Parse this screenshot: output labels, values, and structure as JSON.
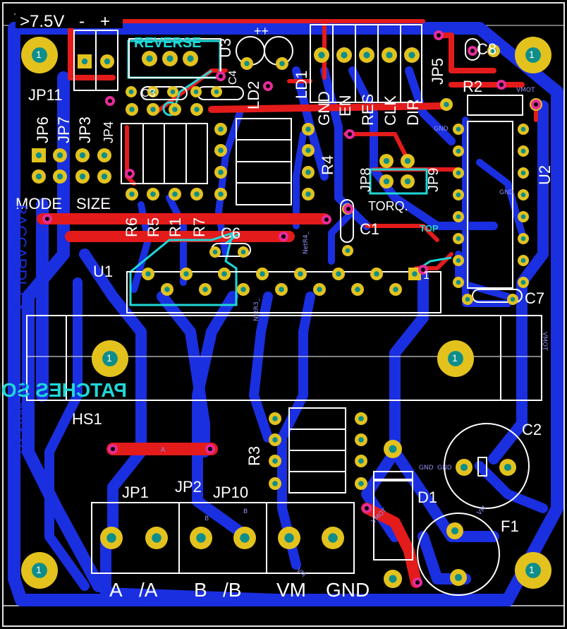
{
  "board": {
    "colors": {
      "background": "#000000",
      "bottom_copper": "#1a2fe0",
      "top_copper": "#e41b1b",
      "pad": "#e3c21e",
      "drill": "#0e8e8a",
      "silkscreen": "#ffffff",
      "cyan_patch": "#1fd7d7",
      "via": "#e62b9a"
    }
  },
  "labels": {
    "power": ">7.5V",
    "minus": "-",
    "plus": "+",
    "reverse": "REVERSE",
    "u3": "U3",
    "c4": "C4",
    "ld2": "LD2",
    "ld1": "LD1",
    "plus_plus": "++",
    "gnd": "GND",
    "en": "EN",
    "res": "RES",
    "clk": "CLK",
    "dir": "DIR",
    "jp5": "JP5",
    "c8": "C8",
    "r2": "R2",
    "jp11": "JP11",
    "c3": "C3",
    "jp6": "JP6",
    "jp7": "JP7",
    "jp3": "JP3",
    "jp4": "JP4",
    "r4": "R4",
    "jp8": "JP8",
    "jp9": "JP9",
    "torq": "TORQ.",
    "u2": "U2",
    "mode": "MODE",
    "size": "SIZE",
    "r6": "R6",
    "r5": "R5",
    "r1": "R1",
    "r7": "R7",
    "c6": "C6",
    "c1": "C1",
    "top": "TOP",
    "u1": "U1",
    "c7": "C7",
    "patches": "PATCHES SOLDER SIDE",
    "side_text_1": "BACCARDI 1.3",
    "side_text_2": "11-MAY-07",
    "hs1": "HS1",
    "r3": "R3",
    "c2": "C2",
    "jp1": "JP1",
    "jp2": "JP2",
    "jp10": "JP10",
    "d1": "D1",
    "f1": "F1",
    "pin_a": "A",
    "pin_na": "/A",
    "pin_b": "B",
    "pin_nb": "/B",
    "pin_vm": "VM",
    "pin_gnd": "GND",
    "one": "1",
    "vmot": "VMOT",
    "vm": "VM",
    "a_small": "A",
    "b_small": "B",
    "netr3": "NetR3_",
    "netr4": "NetR4_"
  }
}
